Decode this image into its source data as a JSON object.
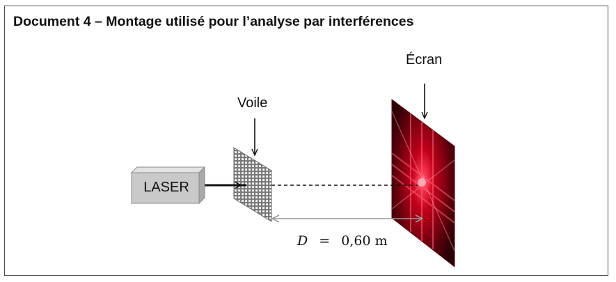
{
  "document": {
    "title": "Document 4 – Montage utilisé pour l’analyse par interférences"
  },
  "labels": {
    "screen": "Écran",
    "veil": "Voile",
    "laser": "LASER"
  },
  "distance": {
    "symbol": "D",
    "equals": "=",
    "value": "0,60 m"
  },
  "colors": {
    "frame": "#4a4a4a",
    "laser_box": "#c9c9c9",
    "screen_red": "#c3001a",
    "screen_dark": "#3a0008",
    "measure_arrow": "#999999"
  }
}
